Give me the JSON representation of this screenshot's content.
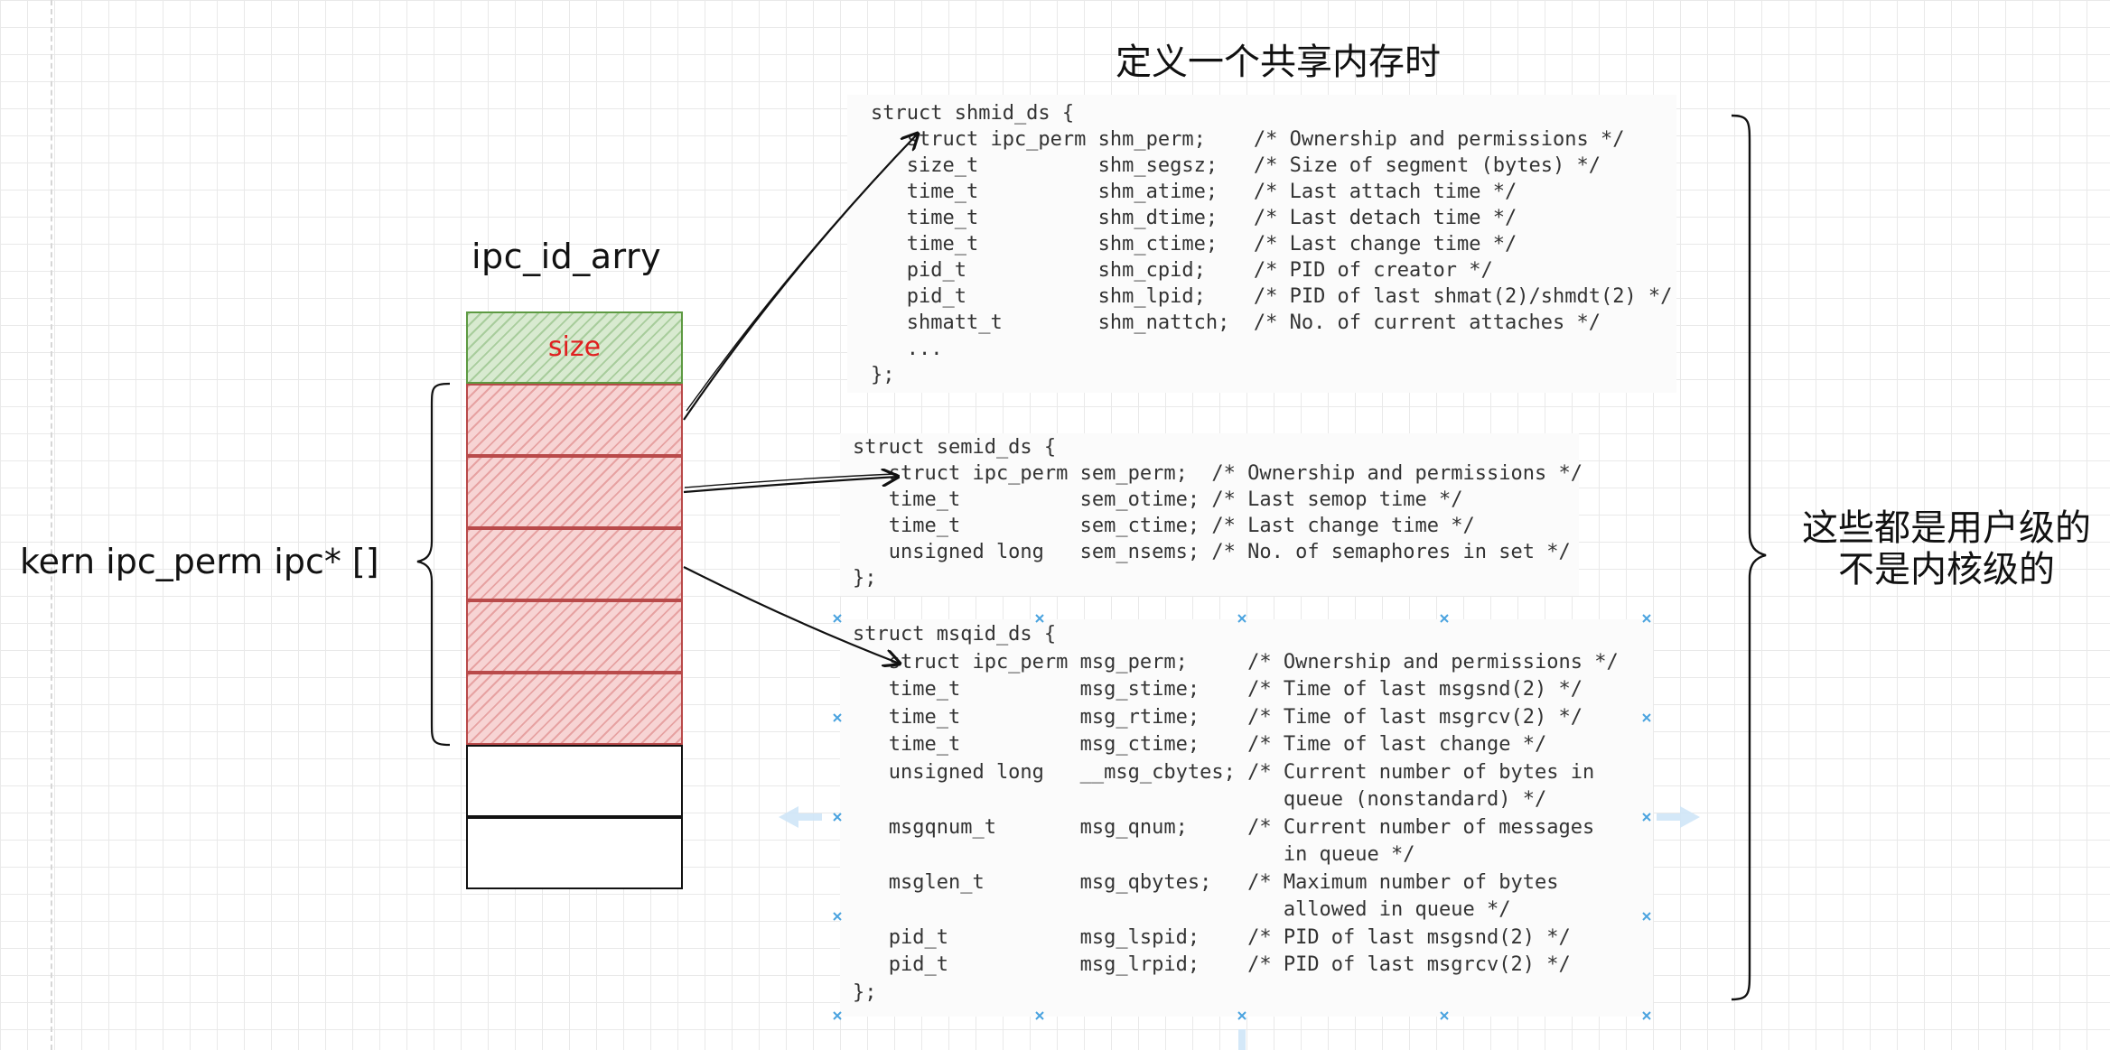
{
  "title": "定义一个共享内存时",
  "array": {
    "label": "ipc_id_arry",
    "size_label": "size",
    "pointer_label": "kern ipc_perm ipc* []"
  },
  "note": [
    "这些都是用户级的",
    "不是内核级的"
  ],
  "shmid_ds": [
    "struct shmid_ds {",
    "   struct ipc_perm shm_perm;    /* Ownership and permissions */",
    "   size_t          shm_segsz;   /* Size of segment (bytes) */",
    "   time_t          shm_atime;   /* Last attach time */",
    "   time_t          shm_dtime;   /* Last detach time */",
    "   time_t          shm_ctime;   /* Last change time */",
    "   pid_t           shm_cpid;    /* PID of creator */",
    "   pid_t           shm_lpid;    /* PID of last shmat(2)/shmdt(2) */",
    "   shmatt_t        shm_nattch;  /* No. of current attaches */",
    "   ...",
    "};"
  ],
  "semid_ds": [
    "struct semid_ds {",
    "   struct ipc_perm sem_perm;  /* Ownership and permissions */",
    "   time_t          sem_otime; /* Last semop time */",
    "   time_t          sem_ctime; /* Last change time */",
    "   unsigned long   sem_nsems; /* No. of semaphores in set */",
    "};"
  ],
  "msqid_ds": [
    "struct msqid_ds {",
    "   struct ipc_perm msg_perm;     /* Ownership and permissions */",
    "   time_t          msg_stime;    /* Time of last msgsnd(2) */",
    "   time_t          msg_rtime;    /* Time of last msgrcv(2) */",
    "   time_t          msg_ctime;    /* Time of last change */",
    "   unsigned long   __msg_cbytes; /* Current number of bytes in",
    "                                    queue (nonstandard) */",
    "   msgqnum_t       msg_qnum;     /* Current number of messages",
    "                                    in queue */",
    "   msglen_t        msg_qbytes;   /* Maximum number of bytes",
    "                                    allowed in queue */",
    "   pid_t           msg_lspid;    /* PID of last msgsnd(2) */",
    "   pid_t           msg_lrpid;    /* PID of last msgrcv(2) */",
    "};"
  ],
  "colors": {
    "size_cell": "#d8ead0",
    "size_border": "#5d9a42",
    "pointer_cell": "#f7d4d4",
    "pointer_border": "#b94a4a",
    "size_text": "#e02020",
    "selection": "#4aa3df"
  }
}
